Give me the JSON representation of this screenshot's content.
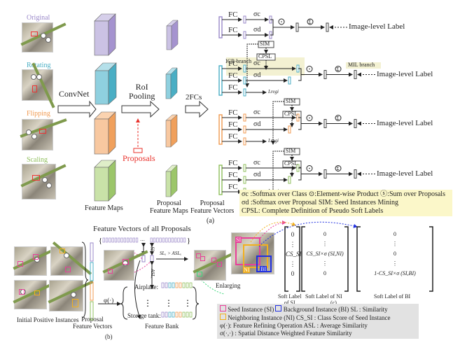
{
  "figure": {
    "part_a": {
      "inputs": [
        {
          "label": "Original",
          "color": "#9a88c9"
        },
        {
          "label": "Rotating",
          "color": "#4aaec4"
        },
        {
          "label": "Flipping",
          "color": "#f09a50"
        },
        {
          "label": "Scaling",
          "color": "#8fbf5c"
        }
      ],
      "convnet_label": "ConvNet",
      "roi_label": "RoI Pooling",
      "roi_label_line1": "RoI",
      "roi_label_line2": "Pooling",
      "proposals_label": "Proposals",
      "feature_maps_label": "Feature Maps",
      "proposal_feature_maps_label_line1": "Proposal",
      "proposal_feature_maps_label_line2": "Feature Maps",
      "fcs_label": "2FCs",
      "proposal_feature_vectors_line1": "Proposal",
      "proposal_feature_vectors_line2": "Feature Vectors",
      "caption": "(a)",
      "fc_label": "FC",
      "sigma_c": "σc",
      "sigma_d": "σd",
      "l_regi": "Lregi",
      "sim_label": "SIM",
      "cpsl_label": "CPSL",
      "icr_branch": "ICR branch",
      "mil_branch": "MIL branch",
      "image_level_label": "Image-level Label",
      "legend": {
        "line1": "σc :Softmax over Class ⊙:Element-wise Product ⓢ:Sum over Proposals",
        "line2": "σd :Softmax over Proposal    SIM: Seed Instances Mining",
        "line3": "CPSL: Complete Definition of Pseudo Soft Labels"
      }
    },
    "part_b": {
      "initial_positive_instances": "Initial Positive Instances",
      "proposal_feature_vectors_line1": "Proposal",
      "proposal_feature_vectors_line2": "Feature Vectors",
      "phi_label": "φ(·)",
      "feature_vectors_all": "Feature Vectors of all Proposals",
      "sl_label": "SLₓ",
      "asl_label": "ASLₓ",
      "condition": "SLₓ > ASLₓ",
      "feature_bank_label": "Feature Bank",
      "bank_rows": [
        "Airplane:",
        "Storage tank:"
      ],
      "enlarging": "Enlarging",
      "caption": "(b)"
    },
    "part_c": {
      "soft_label_si_line1": "Soft Label",
      "soft_label_si_line2": "of SI",
      "soft_label_ni": "Soft Label of NI",
      "soft_label_bi": "Soft Label of BI",
      "vec_si": [
        "0",
        "⋮",
        "CS_SI",
        "⋮",
        "0"
      ],
      "vec_ni": [
        "0",
        "⋮",
        "CS_SI×σ (SI,NI)",
        "⋮",
        "0"
      ],
      "vec_bi": [
        "0",
        "⋮",
        "0",
        "⋮",
        "1-CS_SI×σ (SI,BI)"
      ],
      "box_labels": [
        "SI",
        "NI",
        "BI"
      ],
      "caption": "(c)"
    },
    "legend_b": {
      "line1_a": "Seed Instance (SI)",
      "line1_b": "Background Instance (BI)",
      "line1_c": "SL : Similarity",
      "line2_a": "Neighboring Instance (NI)",
      "line2_b": "CS_SI : Class Score of Seed Instance",
      "line3": "φ(·): Feature Refining Operation   ASL : Average Similarity",
      "line4": "σ(·,·) : Spatial Distance Weighted Feature Similarity"
    },
    "colors": {
      "purple": "#9a88c9",
      "cyan": "#4aaec4",
      "orange": "#f09a50",
      "green": "#8fbf5c",
      "si_pink": "#e8409a",
      "ni_yellow": "#f2b01e",
      "bi_blue": "#2030e0",
      "proposal_red": "#e8302a"
    }
  }
}
